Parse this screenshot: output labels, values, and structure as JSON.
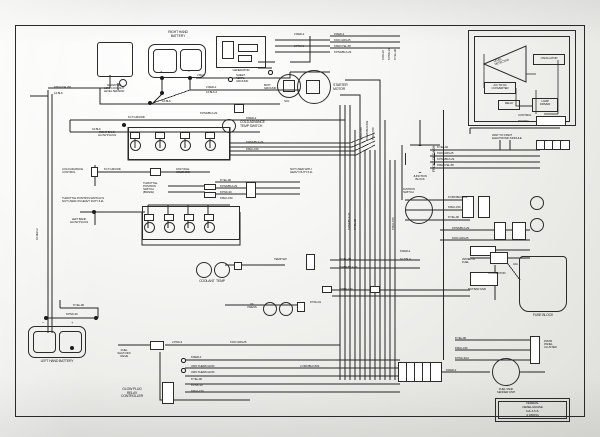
{
  "document": {
    "type": "automotive-wiring-diagram",
    "title_block": {
      "line1": "FEDERAL",
      "line2": "DIESEL ENGINE",
      "line3": "6.2L & 5.7L",
      "line4": "& WIRING"
    }
  },
  "components": {
    "radiator_sensor": "RADIATOR\nLOW COOLANT\nLEVEL SENSOR",
    "right_hand_battery": "RIGHT HAND\nBATTERY",
    "left_hand_battery": "LEFT HAND BATTERY",
    "generator": "GENERATOR",
    "sheet_metal_ground": "SHEET\nMETAL\nGROUND",
    "batt_ground": "BATT\nGROUND",
    "starter_motor": "STARTER\nMOTOR",
    "solenoid": "SOL",
    "right_bank_glow_plugs": "RIGHT BANK\nGLOW PLUGS",
    "left_bank_glow_plugs": "LEFT BANK\nGLOW PLUGS",
    "fast_idle_solenoid": "FAST IDLE\nSOLENOID",
    "cold_advance_control": "COLD ADVANCE\nCONTROL",
    "cold_advance_temp_switch": "COLD ADVANCE\nTEMP SWITCH",
    "throttle_position_switch": "THROTTLE\nPOSITION\nSWITCH\n(BRAKE)",
    "throttle_note": "THROTTLE POSITION SWITCH IS\nNOT USED ON HEAVY DUTY 6.2L",
    "housing_note": "NOT USED WITH\nHEAVY DUTY 6.2L",
    "coolant_temp": "COOLANT  TEMP",
    "oil_press": "OIL\nPRESS",
    "temp_sw": "TEMP SW",
    "junction_block": "JUNCTION\nBLOCK",
    "ignition_switch": "IGNITION\nSWITCH",
    "front_of_dash": "FRONT OF DASH",
    "electronic_module": "WAIT TO START\nELECTRONIC MODULE",
    "water_in_fuel": "WATER IN\nFUEL",
    "bat_bar_gnd": "BAT BAR GND",
    "fuse_block": "FUSE BLOCK",
    "connector": "CONNECTOR",
    "glow_plug_relay_controller": "GLOW PLUG\nRELAY\nCONTROLLER",
    "fuel_shut_off_valve": "FUEL\nSHUT-OFF\nVALVE",
    "fuel_tank_sender_unit": "FUEL TANK\nSENDER UNIT",
    "oscillator": "OSCILLATOR",
    "level_detector": "LEVEL\nDETECTOR",
    "ac_to_dc_converter": "A/C TO DC\nCONVERTER",
    "delay": "DELAY",
    "lamp_driver": "LAMP\nDRIVER",
    "control_label": "CONTROL",
    "power_label": "POWER",
    "instr_panel": "INSTR\nPANEL\nCLUSTER"
  },
  "wire_labels": {
    "w01": "8 BLK/YEL-58",
    "w02": "12 BLK",
    "w03": "2 BLK",
    "w04": "2 RED-2",
    "w05": "12 BLK-2",
    "w06": "10 BLK",
    "w07": "8 LT GRN-53b",
    "w08": "10 BLK",
    "w09": "8 LT GRN-53b",
    "w10": "8 YEL-90",
    "w11": "8 PNK/BLK-29",
    "w12": "8 PNK-30",
    "w13": "8 BLK-150",
    "w14": "2 RED-2",
    "w15": "8 PNK-6",
    "w16": "8 PNK/BLK-29",
    "w17": "8 RED-2",
    "w18": "8 DK GRN-25",
    "w19": "8 BLK/YEL-58",
    "w20": "8 PNK/BLK-29",
    "w21": "8 DK-10",
    "w22": "8 PNK-30",
    "w23": "8 YEL-90",
    "w24": "8 BLK-150",
    "w25": "8 ORN/BLK-509",
    "w26": "8 BLK-150",
    "w27": "8 PNK/BLK-29",
    "w28": "8 YEL-90",
    "w29": "8 BLK-150",
    "w30": "8 TAN-31",
    "w31": "5 DK GRN-25",
    "w32": "2 PNK-3",
    "w33": "8 RED-2",
    "w34": "ORN THERM HI-50",
    "w35": "ORN THERM HI-50",
    "w36": "2 ORN/BLK-509",
    "w37": "8 YEL-90",
    "w38": "8 PNK-30",
    "w39": "8 BLK-150",
    "w40": "8 YEL-90",
    "w41": "8 BLK-150",
    "w42": "8 PNK-30-2",
    "w43": "8 RED-2",
    "w44": "8 YEL-90",
    "w45": "8 DK GRN-25",
    "w46": "8 PNK/BLK-29",
    "w47": "8 BLK/YEL-58",
    "w48": "8 ORN/BLK-509",
    "w49": "8 BLK-150",
    "w50": "8 YEL-90",
    "w51": "8 PNK/BLK-29",
    "w52": "8 DK GRN-25",
    "w53": "8 RED-2",
    "w54": "8 LT BLU",
    "w55": "8 YEL-90",
    "w56": "8 PNK/BLK-29",
    "w57": "8 BLK-150",
    "w58": "10 RED-2",
    "w59": "8 YEL-90",
    "w60": "8 PNK-30",
    "w61": "8 RED-2",
    "w62": "8 PNK/BLK-29",
    "w63": "8 BLK-150"
  }
}
